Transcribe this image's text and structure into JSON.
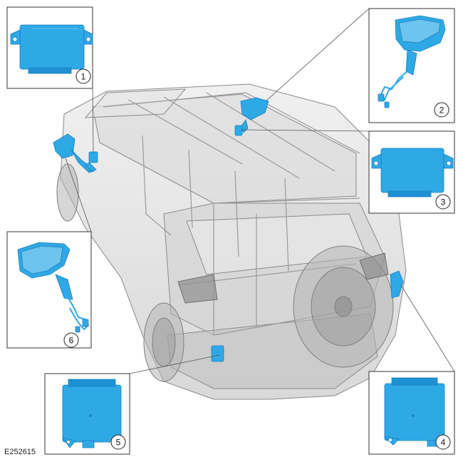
{
  "figure_ref": "E252615",
  "callouts": [
    {
      "number": "1",
      "component": "control-module"
    },
    {
      "number": "2",
      "component": "exterior-mirror"
    },
    {
      "number": "3",
      "component": "control-module"
    },
    {
      "number": "4",
      "component": "control-module"
    },
    {
      "number": "5",
      "component": "control-module"
    },
    {
      "number": "6",
      "component": "exterior-mirror"
    }
  ],
  "colors": {
    "highlight": "#2fa9e6",
    "highlight_dark": "#1a7fc0",
    "vehicle_ghost": "#c8c8c8",
    "vehicle_line": "#8a8a8a",
    "frame": "#333333"
  }
}
